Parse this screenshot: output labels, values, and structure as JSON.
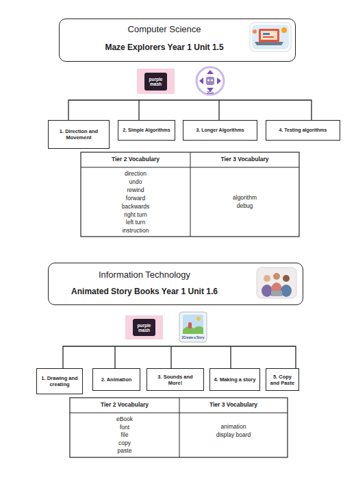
{
  "diagram": {
    "nodes": [
      {
        "text": [
          "Computer Science",
          "Maze Explorers Year 1 Unit 1.5"
        ]
      },
      {
        "text": [
          "1. Direction and Movement"
        ]
      },
      {
        "text": [
          "2. Simple Algorithms"
        ]
      },
      {
        "text": [
          "3. Longer Algorithms"
        ]
      },
      {
        "text": [
          "4. Testing algorithms"
        ]
      },
      {
        "text": [
          "Information Technology",
          "Animated Story Books Year 1 Unit 1.6"
        ]
      },
      {
        "text": [
          "1. Drawing and creating"
        ]
      },
      {
        "text": [
          "2. Animation"
        ]
      },
      {
        "text": [
          "3. Sounds and More!"
        ]
      },
      {
        "text": [
          "4. Making a story"
        ]
      },
      {
        "text": [
          "5. Copy and Paste"
        ]
      }
    ],
    "labels": [
      "purple mash",
      "2Go",
      "Tier 2 Vocabulary",
      "Tier 3 Vocabulary",
      "direction",
      "undo",
      "rewind",
      "forward",
      "backwards",
      "right turn",
      "left turn",
      "instruction",
      "algorithm",
      "debug",
      "purple mash",
      "2Create a Story",
      "Tier 2 Vocabulary",
      "Tier 3 Vocabulary",
      "eBook",
      "font",
      "file",
      "copy",
      "paste",
      "animation",
      "display board"
    ]
  }
}
